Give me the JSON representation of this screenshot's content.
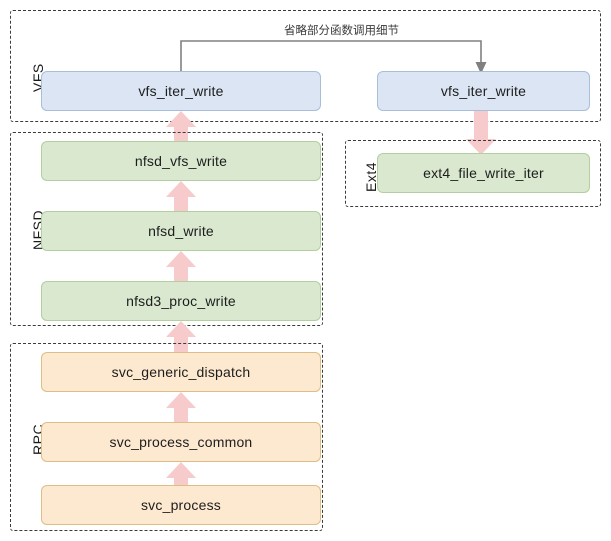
{
  "diagram": {
    "title_note": "省略部分函数调用细节",
    "colors": {
      "vfs_node_fill": "#dbe5f4",
      "vfs_node_border": "#a8bedd",
      "nfsd_node_fill": "#d9e8cf",
      "nfsd_node_border": "#b2cfa0",
      "rpc_node_fill": "#fde9cf",
      "rpc_node_border": "#dcbe86",
      "arrow_fill": "#f7cbcb",
      "connector_stroke": "#808080",
      "group_border": "#3b3b3b"
    },
    "groups": [
      {
        "id": "vfs",
        "label": "VFS"
      },
      {
        "id": "nfsd",
        "label": "NFSD"
      },
      {
        "id": "ext4",
        "label": "Ext4"
      },
      {
        "id": "rpc",
        "label": "RPC"
      }
    ],
    "nodes": {
      "vfs_left": {
        "label": "vfs_iter_write",
        "group": "VFS"
      },
      "vfs_right": {
        "label": "vfs_iter_write",
        "group": "VFS"
      },
      "nfsd_vfs_write": {
        "label": "nfsd_vfs_write",
        "group": "NFSD"
      },
      "nfsd_write": {
        "label": "nfsd_write",
        "group": "NFSD"
      },
      "nfsd3_proc_write": {
        "label": "nfsd3_proc_write",
        "group": "NFSD"
      },
      "ext4_file_write_iter": {
        "label": "ext4_file_write_iter",
        "group": "Ext4"
      },
      "svc_generic_dispatch": {
        "label": "svc_generic_dispatch",
        "group": "RPC"
      },
      "svc_process_common": {
        "label": "svc_process_common",
        "group": "RPC"
      },
      "svc_process": {
        "label": "svc_process",
        "group": "RPC"
      }
    },
    "edges": [
      {
        "from": "svc_process",
        "to": "svc_process_common",
        "style": "pink-arrow-up"
      },
      {
        "from": "svc_process_common",
        "to": "svc_generic_dispatch",
        "style": "pink-arrow-up"
      },
      {
        "from": "svc_generic_dispatch",
        "to": "nfsd3_proc_write",
        "style": "pink-arrow-up"
      },
      {
        "from": "nfsd3_proc_write",
        "to": "nfsd_write",
        "style": "pink-arrow-up"
      },
      {
        "from": "nfsd_write",
        "to": "nfsd_vfs_write",
        "style": "pink-arrow-up"
      },
      {
        "from": "nfsd_vfs_write",
        "to": "vfs_left",
        "style": "pink-arrow-up"
      },
      {
        "from": "vfs_left",
        "to": "vfs_right",
        "style": "gray-elbow",
        "note": "省略部分函数调用细节"
      },
      {
        "from": "vfs_right",
        "to": "ext4_file_write_iter",
        "style": "pink-arrow-down"
      }
    ]
  }
}
